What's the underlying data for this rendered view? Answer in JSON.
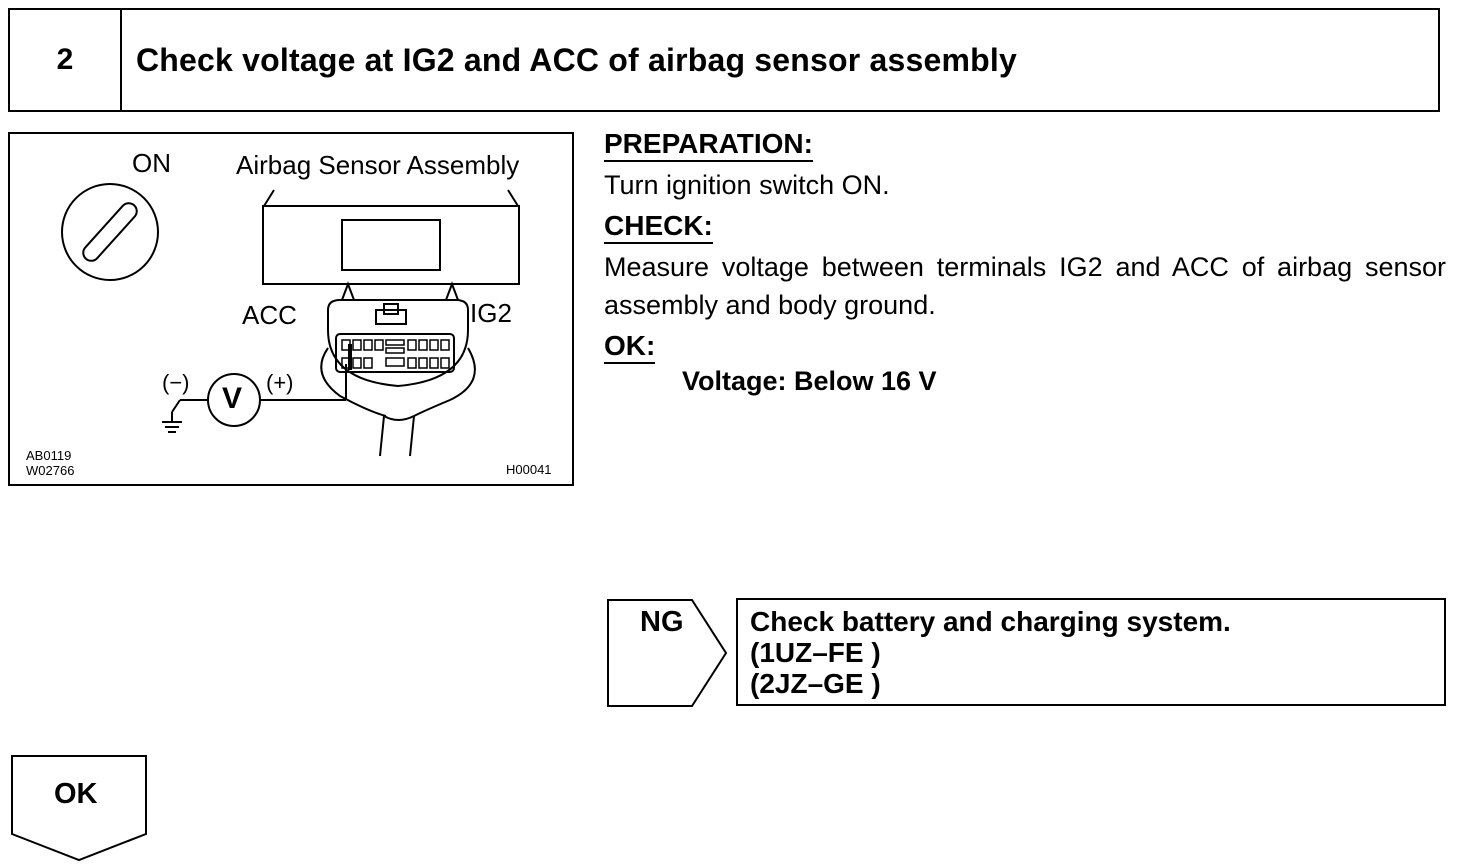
{
  "step": {
    "number": "2",
    "title": "Check voltage at IG2 and ACC of airbag sensor assembly"
  },
  "figure": {
    "label_on": "ON",
    "label_assembly": "Airbag Sensor Assembly",
    "label_acc": "ACC",
    "label_ig2": "IG2",
    "label_minus": "(−)",
    "label_plus": "(+)",
    "meter_symbol": "V",
    "code_1": "AB0119",
    "code_2": "W02766",
    "code_3": "H00041"
  },
  "instructions": {
    "preparation_heading": "PREPARATION:",
    "preparation_text": "Turn ignition switch ON.",
    "check_heading": "CHECK:",
    "check_text": "Measure voltage between terminals IG2 and ACC of airbag sensor assembly and body ground.",
    "ok_heading": "OK:",
    "ok_value": "Voltage: Below 16 V"
  },
  "ng_branch": {
    "label": "NG",
    "action": "Check battery and charging system.",
    "engine_1": "(1UZ–FE )",
    "engine_2": "(2JZ–GE )"
  },
  "ok_branch": {
    "label": "OK"
  }
}
